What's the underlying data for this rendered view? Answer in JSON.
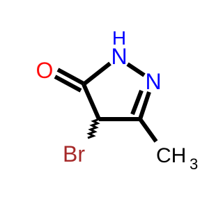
{
  "molecule": {
    "atoms": {
      "oxygen": {
        "label": "O",
        "color": "#ff0d0d"
      },
      "nh_n": {
        "label": "N",
        "color": "#0000ff"
      },
      "nh_h": {
        "label": "H",
        "color": "#0000ff"
      },
      "n2": {
        "label": "N",
        "color": "#0000ff"
      },
      "bromine": {
        "label": "Br",
        "color": "#a62929"
      },
      "methyl_c": {
        "label": "CH",
        "color": "#000000"
      },
      "methyl_sub": {
        "label": "3",
        "color": "#000000"
      }
    },
    "bond_color": "#000000"
  }
}
